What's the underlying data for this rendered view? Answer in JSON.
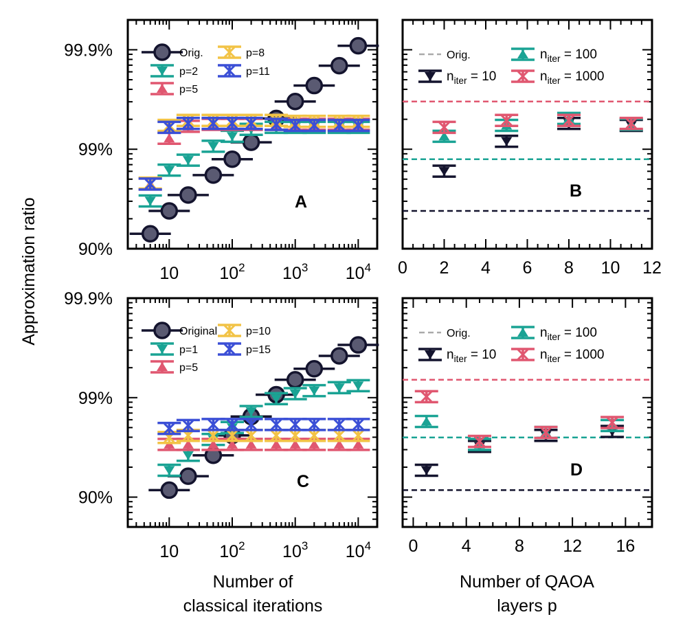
{
  "figure": {
    "ylabel": "Approximation ratio",
    "xlabel_left": [
      "Number of",
      "classical iterations"
    ],
    "xlabel_right": [
      "Number of QAOA",
      "layers p"
    ]
  },
  "colors": {
    "orig": "#14142e",
    "orig_fill": "#5a5a72",
    "teal": "#1aa394",
    "red": "#e05770",
    "yellow": "#f2c346",
    "blue": "#3b4fd6",
    "gray": "#aaaaaa"
  },
  "chart_data": [
    {
      "panel": "A",
      "type": "scatter",
      "xscale": "log",
      "xlim": [
        2.2,
        20000
      ],
      "ylim": [
        0,
        2.3
      ],
      "yticks": [
        {
          "v": 0,
          "label": "90%"
        },
        {
          "v": 1,
          "label": "99%"
        },
        {
          "v": 2,
          "label": "99.9%"
        }
      ],
      "xticks": [
        {
          "v": 10,
          "label": "10"
        },
        {
          "v": 100,
          "label": "10",
          "exp": "2"
        },
        {
          "v": 1000,
          "label": "10",
          "exp": "3"
        },
        {
          "v": 10000,
          "label": "10",
          "exp": "4"
        }
      ],
      "series": [
        {
          "name": "Orig.",
          "color": "orig",
          "marker": "circle",
          "x": [
            5,
            10,
            20,
            50,
            100,
            200,
            500,
            1000,
            2000,
            5000,
            10000
          ],
          "y": [
            0.15,
            0.38,
            0.54,
            0.74,
            0.9,
            1.07,
            1.31,
            1.48,
            1.64,
            1.84,
            2.04
          ]
        },
        {
          "name": "p=2",
          "color": "teal",
          "marker": "tri_down",
          "x": [
            5,
            10,
            20,
            50,
            100,
            200,
            500,
            1000,
            2000,
            5000,
            10000
          ],
          "y": [
            0.48,
            0.79,
            0.89,
            1.03,
            1.13,
            1.2,
            1.22,
            1.22,
            1.22,
            1.22,
            1.22
          ]
        },
        {
          "name": "p=5",
          "color": "red",
          "marker": "tri_up",
          "x": [
            5,
            10,
            20,
            50,
            100,
            200,
            500,
            1000,
            2000,
            5000,
            10000
          ],
          "y": [
            0.65,
            1.11,
            1.23,
            1.25,
            1.25,
            1.25,
            1.25,
            1.25,
            1.25,
            1.25,
            1.25
          ]
        },
        {
          "name": "p=8",
          "color": "yellow",
          "marker": "x",
          "x": [
            5,
            10,
            20,
            50,
            100,
            200,
            500,
            1000,
            2000,
            5000,
            10000
          ],
          "y": [
            0.66,
            1.24,
            1.29,
            1.29,
            1.29,
            1.29,
            1.29,
            1.28,
            1.28,
            1.28,
            1.28
          ]
        },
        {
          "name": "p=11",
          "color": "blue",
          "marker": "x",
          "x": [
            5,
            10,
            20,
            50,
            100,
            200,
            500,
            1000,
            2000,
            5000,
            10000
          ],
          "y": [
            0.65,
            1.22,
            1.26,
            1.26,
            1.26,
            1.26,
            1.25,
            1.24,
            1.24,
            1.24,
            1.24
          ]
        }
      ],
      "legend": {
        "position": "top-left",
        "columns": [
          [
            "Orig.",
            "p=2",
            "p=5"
          ],
          [
            "p=8",
            "p=11"
          ]
        ]
      }
    },
    {
      "panel": "B",
      "type": "scatter",
      "xlim": [
        0,
        12
      ],
      "ylim": [
        0,
        2.3
      ],
      "xticks": [
        0,
        2,
        4,
        6,
        8,
        10,
        12
      ],
      "hlines": [
        {
          "color": "red",
          "y": 1.48
        },
        {
          "color": "teal",
          "y": 0.9
        },
        {
          "color": "orig",
          "y": 0.38
        }
      ],
      "series": [
        {
          "name": "n_iter = 10",
          "color": "orig",
          "marker": "tri_down",
          "x": [
            2,
            5,
            8,
            11
          ],
          "y": [
            0.78,
            1.08,
            1.26,
            1.24
          ]
        },
        {
          "name": "n_iter = 100",
          "color": "teal",
          "marker": "tri_up",
          "x": [
            2,
            5,
            8,
            11
          ],
          "y": [
            1.13,
            1.24,
            1.31,
            1.25
          ]
        },
        {
          "name": "n_iter = 1000",
          "color": "red",
          "marker": "x",
          "x": [
            2,
            5,
            8,
            11
          ],
          "y": [
            1.22,
            1.29,
            1.29,
            1.26
          ]
        }
      ],
      "legend": {
        "position": "top",
        "entries": [
          "Orig.",
          "n_iter = 10",
          "n_iter = 100",
          "n_iter = 1000"
        ]
      }
    },
    {
      "panel": "C",
      "type": "scatter",
      "xscale": "log",
      "xlim": [
        2.2,
        20000
      ],
      "ylim": [
        -0.3,
        2.0
      ],
      "yticks": [
        {
          "v": 0,
          "label": "90%"
        },
        {
          "v": 1,
          "label": "99%"
        },
        {
          "v": 2,
          "label": "99.9%"
        }
      ],
      "xticks": [
        {
          "v": 10,
          "label": "10"
        },
        {
          "v": 100,
          "label": "10",
          "exp": "2"
        },
        {
          "v": 1000,
          "label": "10",
          "exp": "3"
        },
        {
          "v": 10000,
          "label": "10",
          "exp": "4"
        }
      ],
      "series": [
        {
          "name": "Original",
          "color": "orig",
          "marker": "circle",
          "x": [
            10,
            20,
            50,
            100,
            200,
            500,
            1000,
            2000,
            5000,
            10000
          ],
          "y": [
            0.07,
            0.21,
            0.42,
            0.62,
            0.81,
            1.03,
            1.18,
            1.29,
            1.42,
            1.53
          ]
        },
        {
          "name": "p=1",
          "color": "teal",
          "marker": "tri_down",
          "x": [
            10,
            20,
            50,
            100,
            200,
            500,
            1000,
            2000,
            5000,
            10000
          ],
          "y": [
            0.27,
            0.42,
            0.58,
            0.7,
            0.86,
            0.99,
            1.04,
            1.07,
            1.1,
            1.12
          ]
        },
        {
          "name": "p=5",
          "color": "red",
          "marker": "tri_up",
          "x": [
            10,
            20,
            50,
            100,
            200,
            500,
            1000,
            2000,
            5000,
            10000
          ],
          "y": [
            0.53,
            0.53,
            0.53,
            0.53,
            0.53,
            0.53,
            0.53,
            0.53,
            0.53,
            0.53
          ]
        },
        {
          "name": "p=10",
          "color": "yellow",
          "marker": "x",
          "x": [
            10,
            20,
            50,
            100,
            200,
            500,
            1000,
            2000,
            5000,
            10000
          ],
          "y": [
            0.6,
            0.62,
            0.62,
            0.62,
            0.62,
            0.62,
            0.62,
            0.62,
            0.62,
            0.62
          ]
        },
        {
          "name": "p=15",
          "color": "blue",
          "marker": "x",
          "x": [
            10,
            20,
            50,
            100,
            200,
            500,
            1000,
            2000,
            5000,
            10000
          ],
          "y": [
            0.69,
            0.72,
            0.73,
            0.73,
            0.73,
            0.73,
            0.73,
            0.73,
            0.73,
            0.73
          ]
        }
      ],
      "legend": {
        "position": "top-left",
        "columns": [
          [
            "Original",
            "p=1",
            "p=5"
          ],
          [
            "p=10",
            "p=15"
          ]
        ]
      }
    },
    {
      "panel": "D",
      "type": "scatter",
      "xlim": [
        -0.8,
        18
      ],
      "ylim": [
        -0.3,
        2.0
      ],
      "xticks": [
        0,
        4,
        8,
        12,
        16
      ],
      "hlines": [
        {
          "color": "red",
          "y": 1.18
        },
        {
          "color": "teal",
          "y": 0.6
        },
        {
          "color": "orig",
          "y": 0.07
        }
      ],
      "series": [
        {
          "name": "n_iter = 10",
          "color": "orig",
          "marker": "tri_down",
          "x": [
            1,
            5,
            10,
            15
          ],
          "y": [
            0.27,
            0.51,
            0.62,
            0.66
          ]
        },
        {
          "name": "n_iter = 100",
          "color": "teal",
          "marker": "tri_up",
          "x": [
            1,
            5,
            10,
            15
          ],
          "y": [
            0.76,
            0.53,
            0.65,
            0.72
          ]
        },
        {
          "name": "n_iter = 1000",
          "color": "red",
          "marker": "x",
          "x": [
            1,
            5,
            10,
            15
          ],
          "y": [
            1.01,
            0.56,
            0.65,
            0.75
          ]
        }
      ],
      "legend": {
        "position": "top",
        "entries": [
          "Orig.",
          "n_iter = 10",
          "n_iter = 100",
          "n_iter = 1000"
        ]
      }
    }
  ],
  "legend_text": {
    "orig_short": "Orig.",
    "original": "Original",
    "n": "n",
    "iter": "iter",
    "eq10": " = 10",
    "eq100": " = 100",
    "eq1000": " = 1000"
  }
}
